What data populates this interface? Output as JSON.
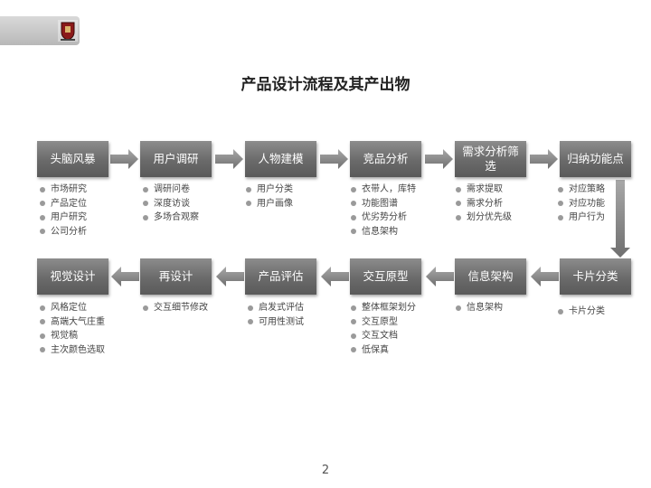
{
  "title": "产品设计流程及其产出物",
  "page_number": "2",
  "logo": {
    "icon": "shield-logo-icon"
  },
  "steps": [
    {
      "label": "头脑风暴",
      "items": [
        "市场研究",
        "产品定位",
        "用户研究",
        "公司分析"
      ]
    },
    {
      "label": "用户调研",
      "items": [
        "调研问卷",
        "深度访谈",
        "多场合观察"
      ]
    },
    {
      "label": "人物建模",
      "items": [
        "用户分类",
        "用户画像"
      ]
    },
    {
      "label": "竞品分析",
      "items": [
        "衣带人，库特",
        "功能图谱",
        "优劣势分析",
        "信息架构"
      ]
    },
    {
      "label": "需求分析筛选",
      "items": [
        "需求提取",
        "需求分析",
        "划分优先级"
      ]
    },
    {
      "label": "归纳功能点",
      "items": [
        "对应策略",
        "对应功能",
        "用户行为"
      ]
    },
    {
      "label": "卡片分类",
      "items": [
        "卡片分类"
      ]
    },
    {
      "label": "信息架构",
      "items": [
        "信息架构"
      ]
    },
    {
      "label": "交互原型",
      "items": [
        "整体框架划分",
        "交互原型",
        "交互文档",
        "低保真"
      ]
    },
    {
      "label": "产品评估",
      "items": [
        "启发式评估",
        "可用性测试"
      ]
    },
    {
      "label": "再设计",
      "items": [
        "交互细节修改"
      ]
    },
    {
      "label": "视觉设计",
      "items": [
        "风格定位",
        "高端大气庄重",
        "视觉稿",
        "主次颜色选取"
      ]
    }
  ]
}
